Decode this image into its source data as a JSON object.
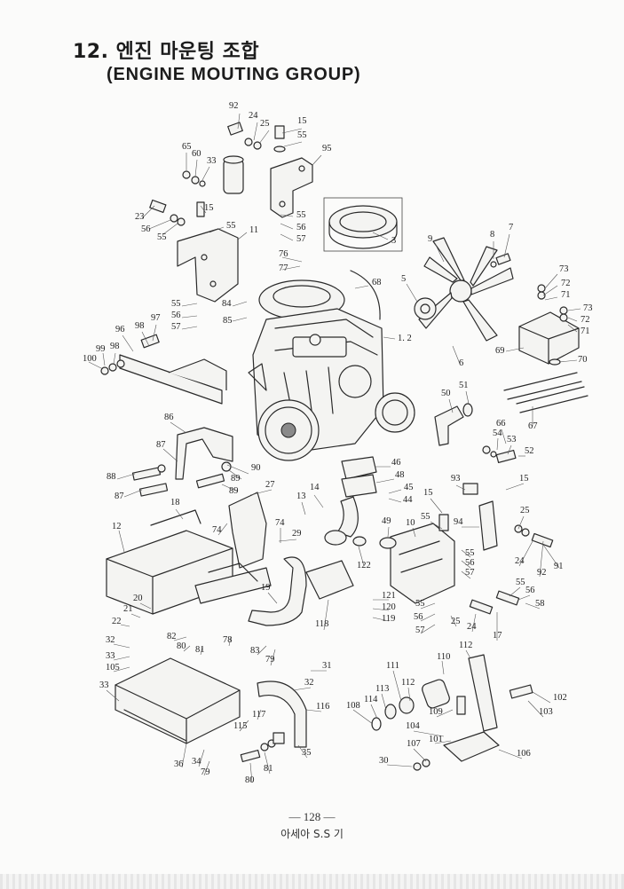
{
  "title_korean": "12. 엔진 마운팅 조합",
  "title_english": "(ENGINE MOUTING GROUP)",
  "page_number": "— 128 —",
  "publisher": "아세아 S.S 기",
  "callouts": [
    "92",
    "24",
    "25",
    "15",
    "55",
    "95",
    "65",
    "60",
    "33",
    "23",
    "56",
    "55",
    "15",
    "55",
    "11",
    "55",
    "56",
    "57",
    "3",
    "7",
    "8",
    "9",
    "76",
    "77",
    "68",
    "5",
    "73",
    "72",
    "71",
    "73",
    "72",
    "71",
    "69",
    "70",
    "55",
    "56",
    "57",
    "84",
    "85",
    "1. 2",
    "6",
    "97",
    "98",
    "96",
    "99",
    "98",
    "100",
    "86",
    "87",
    "88",
    "89",
    "90",
    "87",
    "89",
    "50",
    "51",
    "66",
    "54",
    "53",
    "52",
    "67",
    "46",
    "48",
    "45",
    "44",
    "27",
    "13",
    "14",
    "74",
    "74",
    "29",
    "15",
    "55",
    "93",
    "15",
    "25",
    "94",
    "49",
    "10",
    "122",
    "24",
    "92",
    "91",
    "55",
    "56",
    "57",
    "55",
    "56",
    "58",
    "121",
    "120",
    "119",
    "55",
    "56",
    "57",
    "25",
    "24",
    "17",
    "18",
    "12",
    "19",
    "20",
    "21",
    "22",
    "118",
    "82",
    "80",
    "81",
    "78",
    "83",
    "79",
    "31",
    "32",
    "33",
    "105",
    "112",
    "110",
    "111",
    "112",
    "113",
    "114",
    "108",
    "102",
    "109",
    "103",
    "104",
    "101",
    "106",
    "107",
    "30",
    "33",
    "32",
    "117",
    "115",
    "116",
    "35",
    "36",
    "34",
    "79",
    "80",
    "81"
  ]
}
